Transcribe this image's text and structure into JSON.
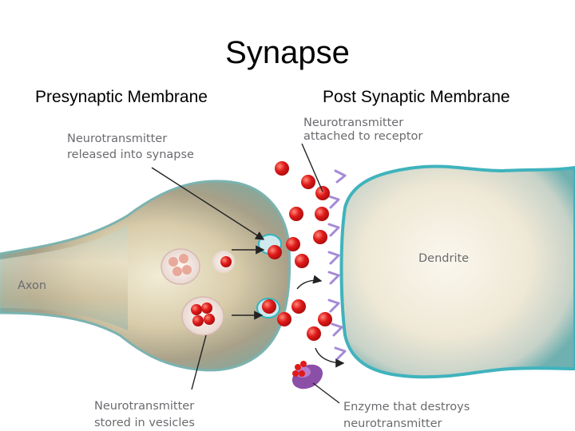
{
  "slide": {
    "title": "Synapse",
    "left_heading": "Presynaptic Membrane",
    "right_heading": "Post Synaptic Membrane"
  },
  "labels": {
    "released": [
      "Neurotransmitter",
      "released into synapse"
    ],
    "attached": [
      "Neurotransmitter",
      "attached to receptor"
    ],
    "axon": "Axon",
    "dendrite": "Dendrite",
    "stored": [
      "Neurotransmitter",
      "stored in vesicles"
    ],
    "enzyme": [
      "Enzyme that destroys",
      "neurotransmitter"
    ]
  },
  "colors": {
    "neurotransmitter": "#e01a1a",
    "receptor": "#a58ad6",
    "enzyme": "#8b4fa8",
    "membrane_edge": "#2fb7c4",
    "label_text": "#6b6b70"
  }
}
